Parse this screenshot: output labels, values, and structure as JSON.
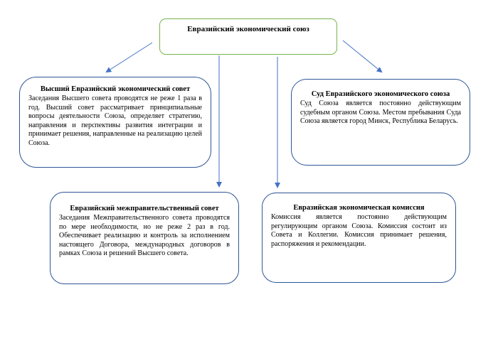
{
  "root": {
    "title": "Евразийский экономический союз"
  },
  "nodes": {
    "supreme_council": {
      "title": "Высший Евразийский экономический совет",
      "text": "Заседания Высшего совета проводятся не реже 1 раза в год. Высший совет рассматривает принципиальные вопросы деятельности Союза, определяет стратегию, направления и перспективы развития интеграции и принимает решения, направленные на реализацию целей Союза."
    },
    "court": {
      "title": "Суд Евразийского экономического союза",
      "text": "Суд Союза является постоянно действующим судебным органом Союза. Местом пребывания Суда Союза является город Минск, Республика Беларусь."
    },
    "intergovernmental_council": {
      "title": "Евразийский межправительственный совет",
      "text": "Заседания Межправительственного совета проводятся по мере необходимости, но не реже 2 раз в год. Обеспечивает реализацию и контроль за исполнением настоящего Договора, международных договоров в рамках Союза и решений Высшего совета."
    },
    "commission": {
      "title": "Евразийская экономическая комиссия",
      "text": "Комиссия является постоянно действующим регулирующим органом Союза. Комиссия состоит из Совета и Коллегии. Комиссия принимает решения, распоряжения и рекомендации."
    }
  },
  "colors": {
    "root_border": "#77b34d",
    "node_border": "#2e5597",
    "arrow": "#4472c4"
  }
}
